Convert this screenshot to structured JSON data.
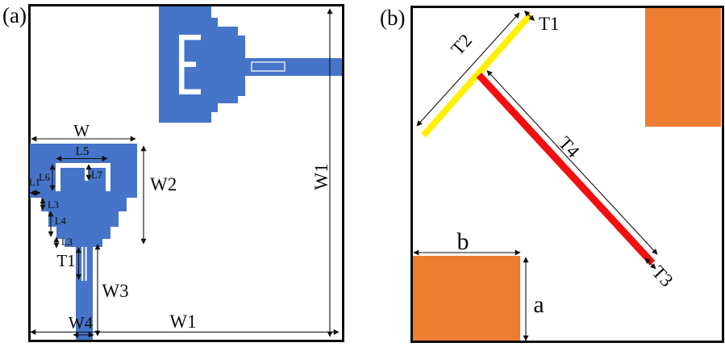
{
  "figure": {
    "panel_a": {
      "tag": "(a)",
      "labels": {
        "w": "W",
        "l5": "L5",
        "l6": "L6",
        "l7": "L7",
        "l1": "L1",
        "l3_top": "L3",
        "l4": "L4",
        "l3_bottom": "L3",
        "w2": "W2",
        "t1": "T1",
        "w3": "W3",
        "w4": "W4",
        "w1_bottom": "W1",
        "w1_side": "W1"
      }
    },
    "panel_b": {
      "tag": "(b)",
      "labels": {
        "t1": "T1",
        "t2": "T2",
        "t3": "T3",
        "t4": "T4",
        "a": "a",
        "b": "b"
      }
    },
    "colors": {
      "patch_blue": "#4674c8",
      "slot_white": "#ffffff",
      "feed_slot_light": "#d8e4f8",
      "ground_orange": "#ed7d31",
      "strip_yellow": "#ffef00",
      "strip_red": "#f20f0f"
    }
  }
}
